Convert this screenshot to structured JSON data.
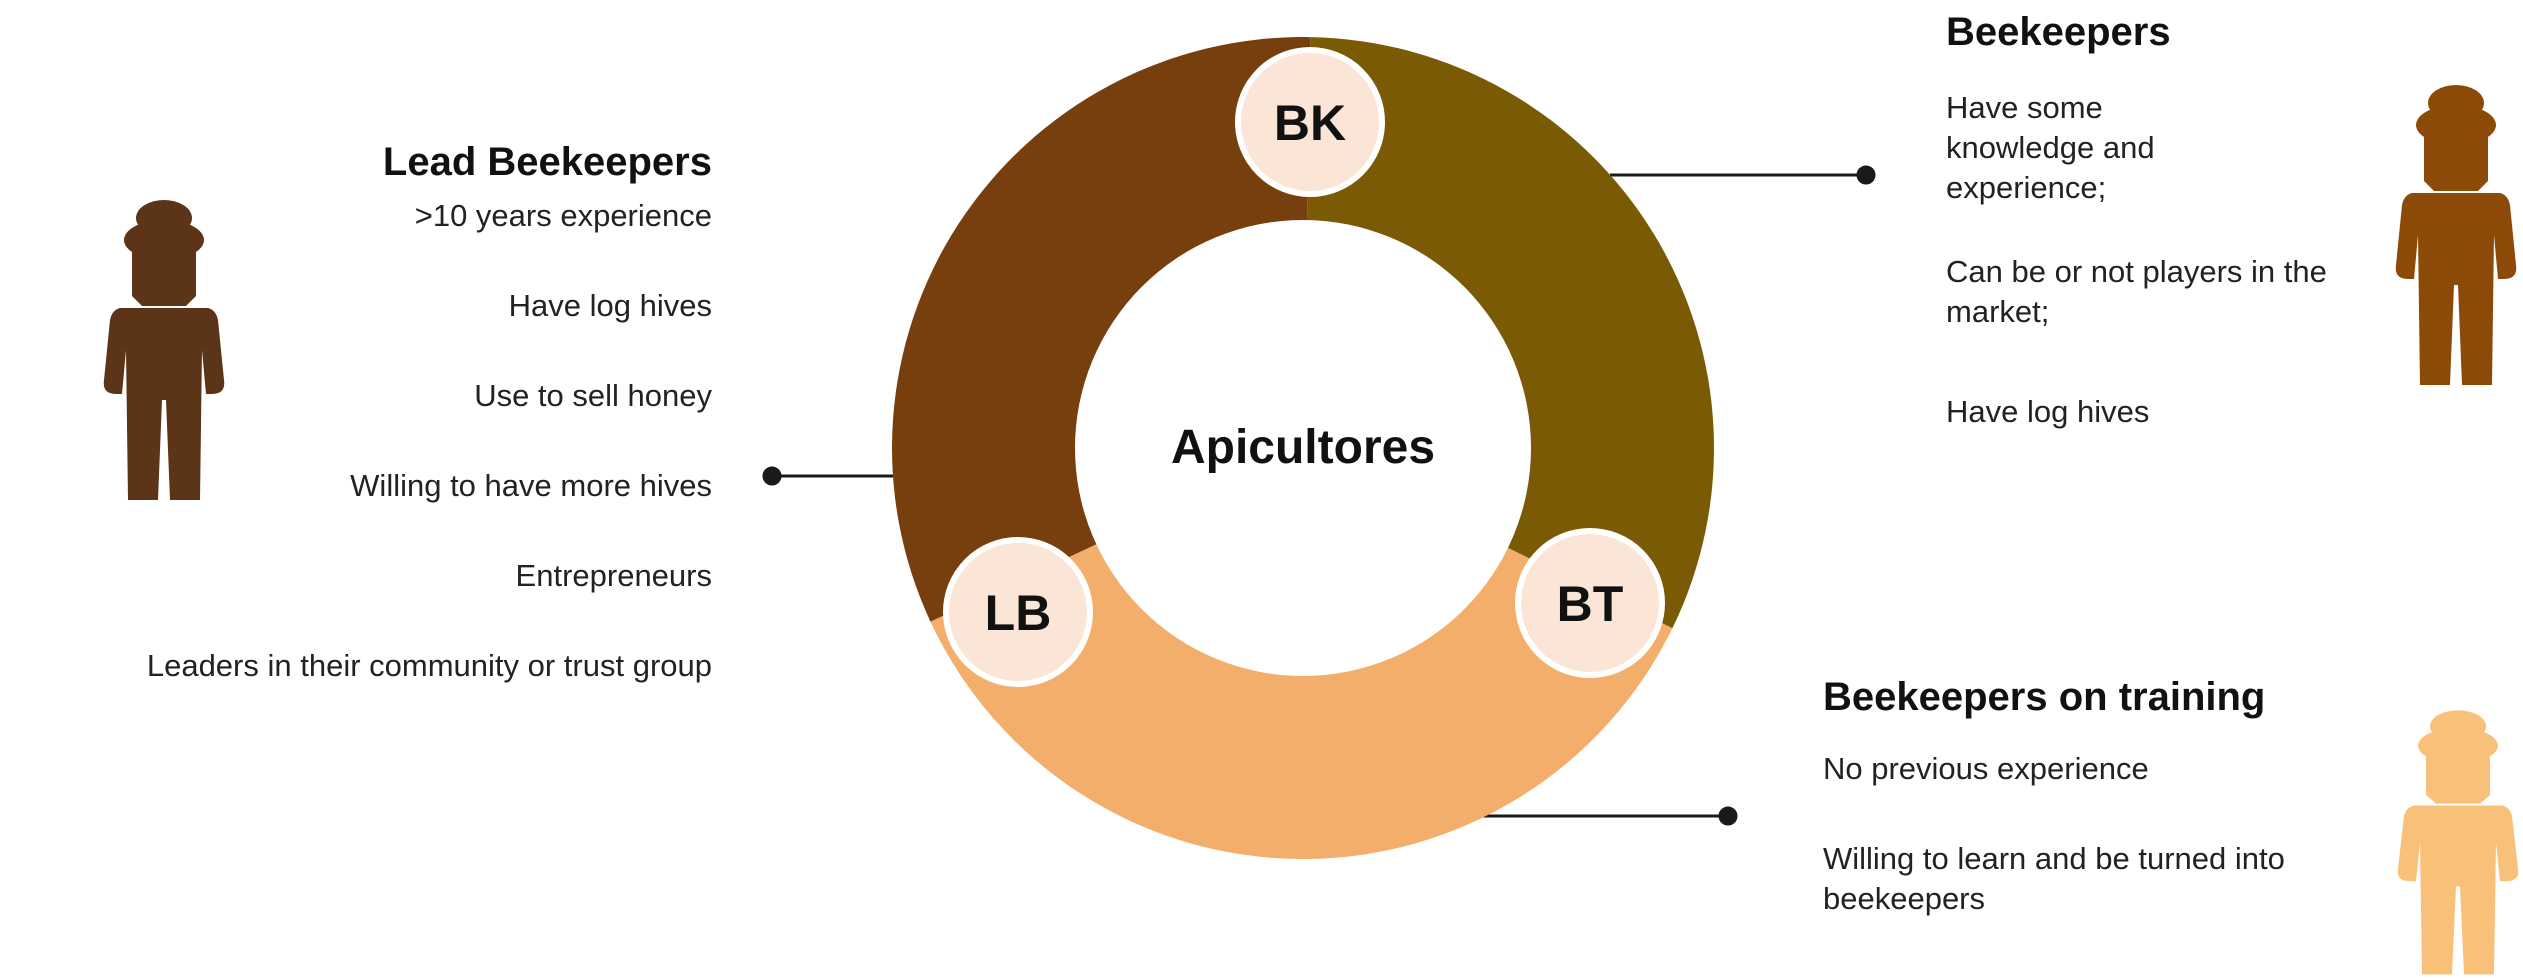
{
  "center_label": "Apicultores",
  "colors": {
    "lb": "#773f0e",
    "bk": "#7a5a05",
    "bt": "#f2ae6a",
    "badge": "#fbe5d6",
    "figure_lb": "#5c3418",
    "figure_bk": "#8c4a09",
    "figure_bt": "#f9c07a"
  },
  "segments": {
    "lb": {
      "code": "LB"
    },
    "bk": {
      "code": "BK"
    },
    "bt": {
      "code": "BT"
    }
  },
  "lead_beekeepers": {
    "title": "Lead Beekeepers",
    "items": [
      ">10 years experience",
      "Have log hives",
      "Use to sell honey",
      "Willing to have more hives",
      "Entrepreneurs",
      "Leaders in their community or trust group"
    ]
  },
  "beekeepers": {
    "title": "Beekeepers",
    "items": [
      "Have some knowledge and experience;",
      "Can be or not players in the market;",
      "Have log hives"
    ]
  },
  "beekeepers_on_training": {
    "title": "Beekeepers on training",
    "items": [
      "No previous experience",
      "Willing to learn and be turned into beekeepers"
    ]
  },
  "icons": [
    "beekeeper-figure-icon"
  ]
}
